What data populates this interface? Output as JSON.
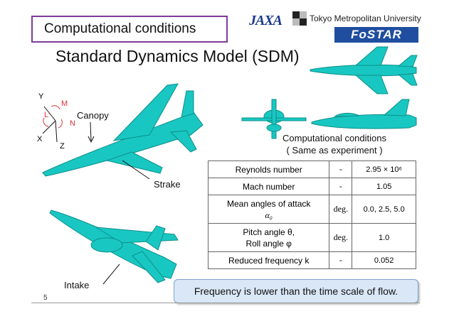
{
  "header": {
    "title": "Computational conditions",
    "subtitle": "Standard Dynamics Model (SDM)"
  },
  "logos": {
    "jaxa": "JAXA",
    "tmu": "Tokyo Metropolitan University",
    "fostar": "FoSTAR"
  },
  "axes": {
    "y": "Y",
    "x": "X",
    "z": "Z",
    "m": "M",
    "l": "L’",
    "n": "N"
  },
  "labels": {
    "canopy": "Canopy",
    "strake": "Strake",
    "intake": "Intake"
  },
  "conditions": {
    "title": "Computational conditions",
    "note": "( Same as experiment )",
    "rows": [
      {
        "name": "Reynolds number",
        "unit": "-",
        "value": "2.95 × 10⁶"
      },
      {
        "name": "Mach number",
        "unit": "-",
        "value": "1.05"
      },
      {
        "name": "Mean angles of attack",
        "symbol": "α₀",
        "unit": "deg.",
        "value": "0.0, 2.5, 5.0"
      },
      {
        "name": "Pitch angle θ,",
        "name2": "Roll angle φ",
        "unit": "deg.",
        "value": "1.0"
      },
      {
        "name": "Reduced frequency k",
        "unit": "-",
        "value": "0.052"
      }
    ]
  },
  "callout": "Frequency is lower than  the time scale of flow.",
  "page_number": "5",
  "colors": {
    "model": "#19c7c2",
    "model_edge": "#0b8f8b",
    "accent": "#7a3d9a",
    "callout_bg": "#d9e7f6"
  }
}
